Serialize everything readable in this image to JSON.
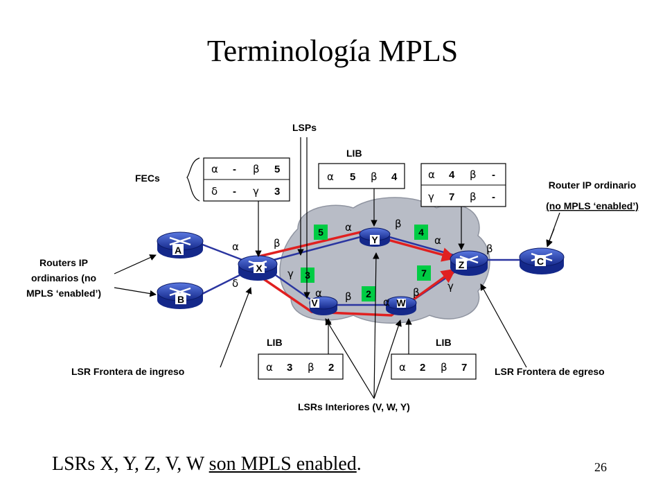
{
  "title": "Terminología MPLS",
  "footer": {
    "prefix": "LSRs X, Y, Z, V, W ",
    "underlined": "son MPLS enabled",
    "suffix": "."
  },
  "page_number": "26",
  "labels": {
    "lsps": "LSPs",
    "lib_top": "LIB",
    "lib_v": "LIB",
    "lib_w": "LIB",
    "fecs": "FECs",
    "router_ip_right_1": "Router IP ordinario",
    "router_ip_right_2": "(no MPLS ‘enabled’)",
    "routers_ip_left_1": "Routers IP",
    "routers_ip_left_2": "ordinarios (no",
    "routers_ip_left_3": "MPLS ‘enabled’)",
    "lsr_ingress": "LSR Frontera de ingreso",
    "lsr_egress": "LSR Frontera de egreso",
    "lsr_interior": "LSRs Interiores (V, W, Y)"
  },
  "routers": {
    "A": "A",
    "B": "B",
    "C": "C",
    "X": "X",
    "Y": "Y",
    "Z": "Z",
    "V": "V",
    "W": "W"
  },
  "tables": {
    "fec": [
      [
        "α",
        "-",
        "β",
        "5"
      ],
      [
        "δ",
        "-",
        "γ",
        "3"
      ]
    ],
    "lib_y": [
      [
        "α",
        "5",
        "β",
        "4"
      ]
    ],
    "lib_z": [
      [
        "α",
        "4",
        "β",
        "-"
      ],
      [
        "γ",
        "7",
        "β",
        "-"
      ]
    ],
    "lib_v": [
      [
        "α",
        "3",
        "β",
        "2"
      ]
    ],
    "lib_w": [
      [
        "α",
        "2",
        "β",
        "7"
      ]
    ]
  },
  "green_labels": [
    "5",
    "4",
    "3",
    "2",
    "7"
  ],
  "interfaces": {
    "x_alpha": "α",
    "x_delta": "δ",
    "x_beta": "β",
    "x_gamma": "γ",
    "y_alpha": "α",
    "y_beta": "β",
    "z_alpha": "α",
    "z_beta": "β",
    "z_gamma": "γ",
    "v_alpha": "α",
    "v_beta": "β",
    "w_alpha": "α",
    "w_beta": "β"
  },
  "colors": {
    "cloud": "#b8bcc6",
    "router": "#1f3ea8",
    "lsp": "#e02020",
    "link": "#2a35a0",
    "label_bg": "#00cc44"
  }
}
